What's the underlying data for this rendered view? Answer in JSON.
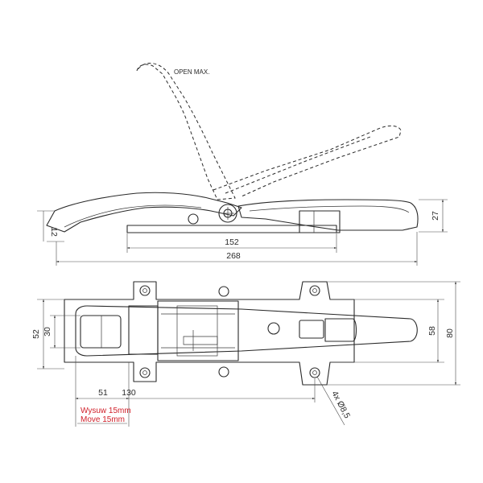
{
  "side_view": {
    "open_label": "OPEN MAX.",
    "dim_height": "27",
    "dim_handle": "12",
    "dim_base": "152",
    "dim_total": "268"
  },
  "top_view": {
    "dim_52": "52",
    "dim_30": "30",
    "dim_58": "58",
    "dim_80": "80",
    "dim_51": "51",
    "dim_130": "130",
    "dim_holes": "4x Ø8,5"
  },
  "notes": {
    "line_pl": "Wysuw 15mm",
    "line_en": "Move 15mm"
  },
  "colors": {
    "line": "#2a2a2a",
    "note": "#d0202a"
  }
}
